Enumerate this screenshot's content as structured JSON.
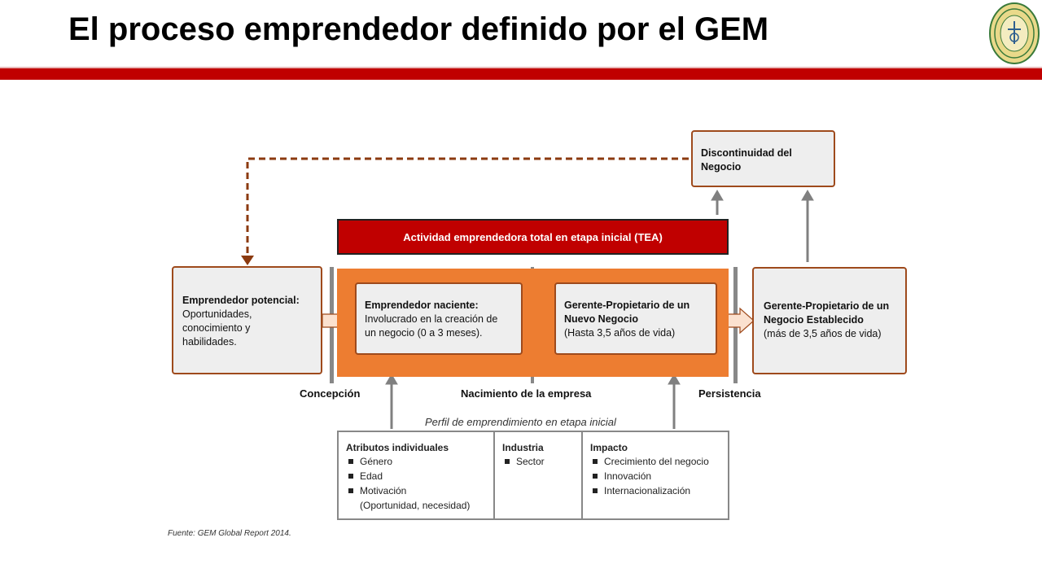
{
  "title": "El proceso emprendedor definido por el GEM",
  "tea_label": "Actividad emprendedora total en etapa inicial (TEA)",
  "boxes": {
    "discontinuidad": "Discontinuidad del Negocio",
    "potencial": {
      "title": "Emprendedor potencial:",
      "lines": [
        "Oportunidades,",
        "conocimiento y",
        "habilidades."
      ]
    },
    "naciente": {
      "title": "Emprendedor naciente:",
      "lines": [
        "Involucrado en la creación de",
        "un negocio (0 a 3 meses)."
      ]
    },
    "nuevo": {
      "title_lines": [
        "Gerente-Propietario de un",
        "Nuevo Negocio"
      ],
      "lines": [
        "(Hasta 3,5 años de vida)"
      ]
    },
    "establecido": {
      "title_lines": [
        "Gerente-Propietario de un",
        "Negocio Establecido"
      ],
      "lines": [
        "(más de 3,5 años de vida)"
      ]
    }
  },
  "stages": {
    "concepcion": "Concepción",
    "nacimiento": "Nacimiento de la empresa",
    "persistencia": "Persistencia"
  },
  "profile": {
    "caption": "Perfil de emprendimiento en etapa inicial",
    "columns": [
      {
        "heading": "Atributos individuales",
        "items": [
          "Género",
          "Edad",
          "Motivación"
        ],
        "note": "(Oportunidad, necesidad)"
      },
      {
        "heading": "Industria",
        "items": [
          "Sector"
        ]
      },
      {
        "heading": "Impacto",
        "items": [
          "Crecimiento del negocio",
          "Innovación",
          "Internacionalización"
        ]
      }
    ]
  },
  "source": "Fuente: GEM Global Report 2014.",
  "colors": {
    "accent_red": "#c00000",
    "orange_zone": "#ed7d31",
    "box_border": "#9e4a1c",
    "dashed_line": "#8b3a0f",
    "gray_arrow": "#808080"
  },
  "icons": [
    "university-seal-logo",
    "block-arrow-right",
    "arrow-up",
    "dashed-feedback-arrow"
  ]
}
